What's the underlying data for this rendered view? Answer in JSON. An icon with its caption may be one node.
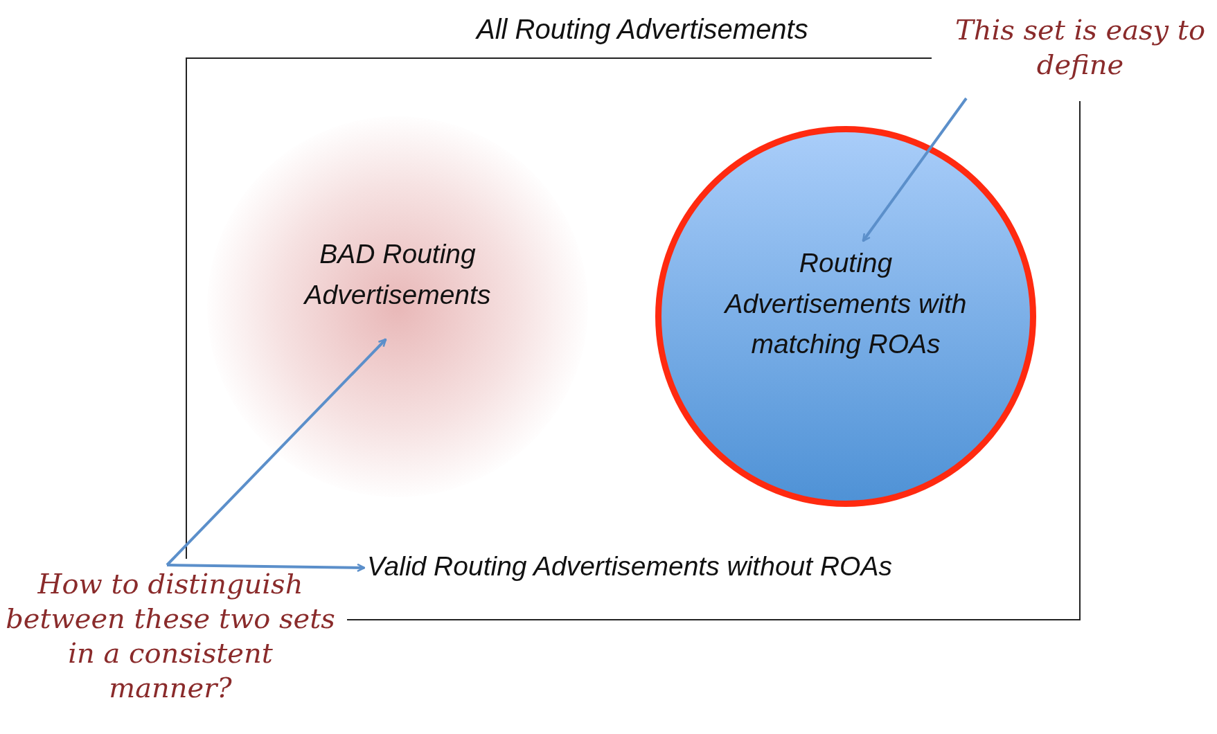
{
  "diagram": {
    "nodes": [
      {
        "text": [
          "All Routing Advertisements"
        ]
      },
      {
        "text": [
          "BAD Routing Advertisements"
        ],
        "in": 0
      },
      {
        "text": [
          "Routing Advertisements with matching ROAs"
        ],
        "in": 0
      },
      {
        "text": [
          "Valid Routing Advertisements without ROAs"
        ],
        "in": 0
      },
      {
        "text": [
          "This set is easy to define"
        ]
      },
      {
        "text": [
          "How to distinguish between these two sets in a consistent manner?"
        ]
      }
    ],
    "edges": [
      {
        "from": 4,
        "to": 2,
        "arrow": "to"
      },
      {
        "from": 5,
        "to": 1,
        "arrow": "to"
      },
      {
        "from": 5,
        "to": 3,
        "arrow": "to"
      }
    ]
  }
}
